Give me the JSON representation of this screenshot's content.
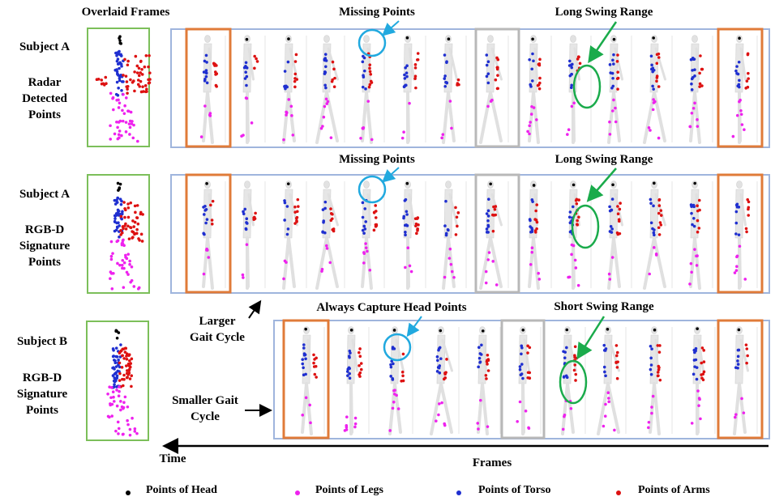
{
  "overlaid_title": "Overlaid Frames",
  "colors": {
    "head": "#000000",
    "legs": "#ee22ee",
    "torso": "#1f2fd0",
    "arms": "#dd1111",
    "panel_border": "#9fb5dd",
    "overlay_border": "#7cbf5a",
    "start_end_frame": "#e07b39",
    "mid_frame": "#b8b8b8",
    "missing_callout": "#21a9df",
    "swing_callout": "#1aab4b"
  },
  "rows": [
    {
      "subject": "Subject A",
      "label_lines": [
        "Radar",
        "Detected",
        "Points"
      ],
      "annotations": {
        "missing": "Missing  Points",
        "swing": "Long Swing Range"
      }
    },
    {
      "subject": "Subject A",
      "label_lines": [
        "RGB-D",
        "Signature",
        "Points"
      ],
      "annotations": {
        "missing": "Missing  Points",
        "swing": "Long Swing Range"
      }
    },
    {
      "subject": "Subject B",
      "label_lines": [
        "RGB-D",
        "Signature",
        "Points"
      ],
      "annotations": {
        "missing": "Always Capture Head Points",
        "swing": "Short Swing Range"
      }
    }
  ],
  "side_notes": {
    "larger": [
      "Larger",
      "Gait Cycle"
    ],
    "smaller": [
      "Smaller Gait",
      "Cycle"
    ]
  },
  "axis": {
    "time": "Time",
    "frames": "Frames"
  },
  "legend": [
    {
      "label": "Points of Head",
      "color_key": "head"
    },
    {
      "label": "Points of Legs",
      "color_key": "legs"
    },
    {
      "label": "Points of Torso",
      "color_key": "torso"
    },
    {
      "label": "Points of Arms",
      "color_key": "arms"
    }
  ]
}
